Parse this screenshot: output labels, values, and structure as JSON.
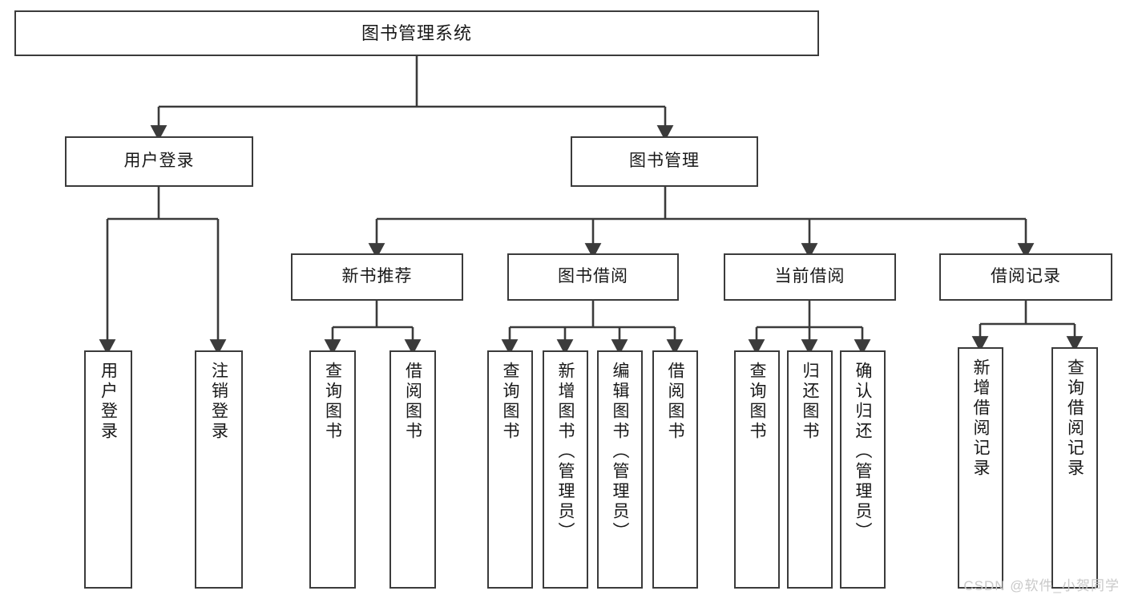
{
  "diagram": {
    "type": "tree-hierarchy-chart",
    "title": "图书管理系统",
    "stroke_color": "#3b3b3b",
    "background_color": "#ffffff",
    "watermark": "CSDN @软件_小贺同学",
    "nodes": {
      "root": {
        "label": "图书管理系统",
        "level": 0
      },
      "l1": [
        {
          "label": "用户登录",
          "level": 1
        },
        {
          "label": "图书管理",
          "level": 1
        }
      ],
      "l2": [
        {
          "label": "新书推荐",
          "level": 2
        },
        {
          "label": "图书借阅",
          "level": 2
        },
        {
          "label": "当前借阅",
          "level": 2
        },
        {
          "label": "借阅记录",
          "level": 2
        }
      ],
      "leaves_user_login": [
        {
          "label": "用户登录",
          "level": 2
        },
        {
          "label": "注销登录",
          "level": 2
        }
      ],
      "leaves_new_books": [
        {
          "label": "查询图书",
          "level": 3
        },
        {
          "label": "借阅图书",
          "level": 3
        }
      ],
      "leaves_book_borrow": [
        {
          "label": "查询图书",
          "level": 3
        },
        {
          "label": "新增图书（管理员）",
          "level": 3
        },
        {
          "label": "编辑图书（管理员）",
          "level": 3
        },
        {
          "label": "借阅图书",
          "level": 3
        }
      ],
      "leaves_current_borrow": [
        {
          "label": "查询图书",
          "level": 3
        },
        {
          "label": "归还图书",
          "level": 3
        },
        {
          "label": "确认归还（管理员）",
          "level": 3
        }
      ],
      "leaves_borrow_records": [
        {
          "label": "新增借阅记录",
          "level": 3
        },
        {
          "label": "查询借阅记录",
          "level": 3
        }
      ]
    }
  }
}
